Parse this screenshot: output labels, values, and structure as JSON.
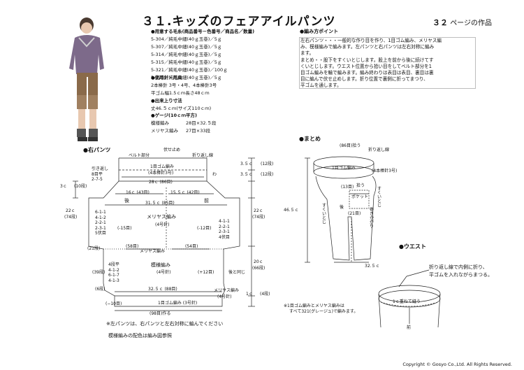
{
  "header": {
    "title": "３１.キッズのフェアアイルパンツ",
    "page_ref_num": "３２",
    "page_ref_text": "ページの作品"
  },
  "materials": {
    "heading": "●用意する毛糸(商品番号－色番号／商品名／数量)",
    "items": [
      "5-304／純毛中細(40ｇ玉巻)／5ｇ",
      "5-307／純毛中細(40ｇ玉巻)／5ｇ",
      "5-314／純毛中細(40ｇ玉巻)／5ｇ",
      "5-315／純毛中細(40ｇ玉巻)／5ｇ",
      "5-321／純毛中細(40ｇ玉巻)／100ｇ",
      "5-325／純毛中細(40ｇ玉巻)／5ｇ"
    ]
  },
  "tools": {
    "heading": "●使用針・用具",
    "items": [
      "2本棒針 3号・4号、4本棒針3号",
      "平ゴム幅1.5ｃｍ長さ48ｃｍ"
    ]
  },
  "size": {
    "heading": "●出来上り寸法",
    "items": [
      "丈46.５ｃｍ(サイズ110ｃｍ)"
    ]
  },
  "gauge": {
    "heading": "●ゲージ(10ｃｍ平方)",
    "rows": [
      {
        "name": "模様編み",
        "value": "28目×32.５段"
      },
      {
        "name": "メリヤス編み",
        "value": "27目×33段"
      }
    ]
  },
  "points": {
    "heading": "●編み方ポイント",
    "lines": [
      "左右パンツ・・・一般的な作り目を作り、1目ゴム編み、メリヤス編",
      "み、模様編みで編みます。左パンツと右パンツは左右対称に編み",
      "ます。",
      "まとめ・・股下をすくいとじします。股上を前から後に続けてす",
      "くいとじします。ウエスト位置から拾い目をしてベルト部分を1",
      "目ゴム編みを輪で編みます。編み終わりは表目は表目、裏目は裏",
      "目に編んで伏せ止めします。折り位置で裏側に折ってまつり、",
      "平ゴムを通します。"
    ]
  },
  "right_pants": {
    "heading": "●右パンツ",
    "labels": {
      "bind_off": "伏せ止め",
      "belt": "ベルト部分",
      "fold_line": "折り返し線",
      "rib_waist": "1目ゴム編み",
      "needles_4dpn": "(4本棒針3号)",
      "waist_width": "28ｃ (86目)",
      "wa": "わ",
      "hikikaeshi": [
        "引き返し",
        "8目平",
        "2-7-5"
      ],
      "back_top": "16ｃ (43目)",
      "front_top": "15.５ｃ (42目)",
      "back": "後",
      "front": "前",
      "body_width": "31.５ｃ (85目)",
      "stockinette": "メリヤス編み",
      "needle4": "(4号針)",
      "left_dec": [
        "6-1-1",
        "4-1-2",
        "2-2-1",
        "2-3-1",
        "5伏目"
      ],
      "right_dec": [
        "4-1-1",
        "2-2-1",
        "2-3-1",
        "4伏目"
      ],
      "minus15": "(-15目)",
      "minus12": "(-12目)",
      "h22_left": "22ｃ",
      "h22_left_rows": "(74段)",
      "h22_right": "22ｃ",
      "h22_right_rows": "(74段)",
      "row21": "(21段)",
      "st58": "(58目)",
      "st54": "(54目)",
      "stockinette_mid": "メリヤス編み",
      "pattern": "模様編み",
      "pattern_needle": "(4号針)",
      "inc_list": [
        "4段平",
        "4-1-2",
        "6-1-7",
        "4-1-3"
      ],
      "rows39": "(39段)",
      "plus12": "(+12目)",
      "same_as_back": "後と同じ",
      "h20": "20ｃ",
      "h20_rows": "(66段)",
      "row6": "(6段)",
      "hem_width": "32.５ｃ (88目)",
      "hem_stock": "メリヤス編み",
      "hem_needle": "(4号針)",
      "minus10": "(−10目)",
      "rib_hem": "1目ゴム編み (3号針)",
      "h1": "1ｃ",
      "h1_rows": "(4段)",
      "cast_on": "(98目)作る",
      "h35a": "3.５ｃ",
      "h35a_rows": "(12段)",
      "h35b": "3.５ｃ",
      "h35b_rows": "(12段)",
      "h3": "3ｃ",
      "h3_rows": "(10段)",
      "note": "※左パンツは、右パンツと左右対称に編んでください",
      "note2": "模様編みの配色は編み図参照"
    }
  },
  "finishing": {
    "heading": "●まとめ",
    "labels": {
      "pick86": "(86目)拾う",
      "fold_line": "折り返し線",
      "rib": "1目ゴム編み",
      "needles": "(4本棒針3号)",
      "pick13": "(13目)",
      "pick_up": "拾う",
      "pocket": "ポケット",
      "pick21": "(21目)",
      "ribbon_sew": "巻きかがり",
      "sukui_tr": "すくいとじ",
      "sukui_l": "すくいとじ",
      "back": "後",
      "h465": "46.５ｃ",
      "w325": "32.５ｃ",
      "yarn_note1": "※1目ゴム編みとメリヤス編みは",
      "yarn_note2": "すべて321(グレージュ)で編みます。"
    }
  },
  "waist": {
    "heading": "●ウエスト",
    "labels": {
      "instruction1": "折り返し線で内側に折り、",
      "instruction2": "平ゴムを入れながらまつる。",
      "overlap": "1ｃ重ねて縫う",
      "front": "前"
    }
  },
  "footer": {
    "copyright": "Copyright © Gosyo Co.,Ltd. All Rights Reserved."
  }
}
